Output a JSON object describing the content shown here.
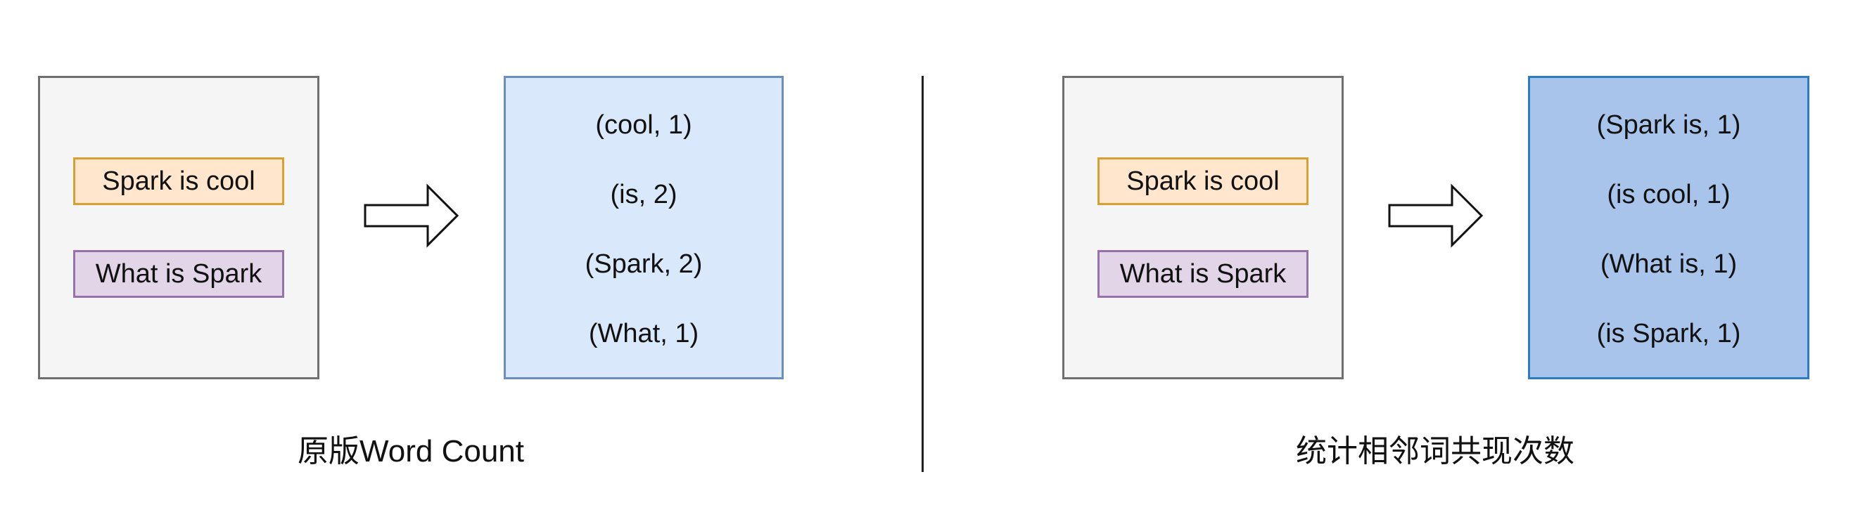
{
  "left": {
    "input_sentences": [
      "Spark is cool",
      "What is Spark"
    ],
    "results": [
      "(cool, 1)",
      "(is, 2)",
      "(Spark, 2)",
      "(What, 1)"
    ],
    "caption": "原版Word Count"
  },
  "right": {
    "input_sentences": [
      "Spark is cool",
      "What is Spark"
    ],
    "results": [
      "(Spark is, 1)",
      "(is cool, 1)",
      "(What is, 1)",
      "(is Spark, 1)"
    ],
    "caption": "统计相邻词共现次数"
  },
  "colors": {
    "input_panel_fill": "#f5f5f5",
    "input_panel_border": "#6f6f6f",
    "sentence1_fill": "#ffe6cc",
    "sentence1_border": "#d6a033",
    "sentence2_fill": "#e1d5e7",
    "sentence2_border": "#9673a6",
    "left_output_fill": "#dae8fc",
    "left_output_border": "#6c8ebf",
    "right_output_fill": "#a9c4eb",
    "right_output_border": "#2f7bbf",
    "divider": "#222222"
  },
  "icons": [
    "arrow-right-icon",
    "arrow-right-icon"
  ]
}
